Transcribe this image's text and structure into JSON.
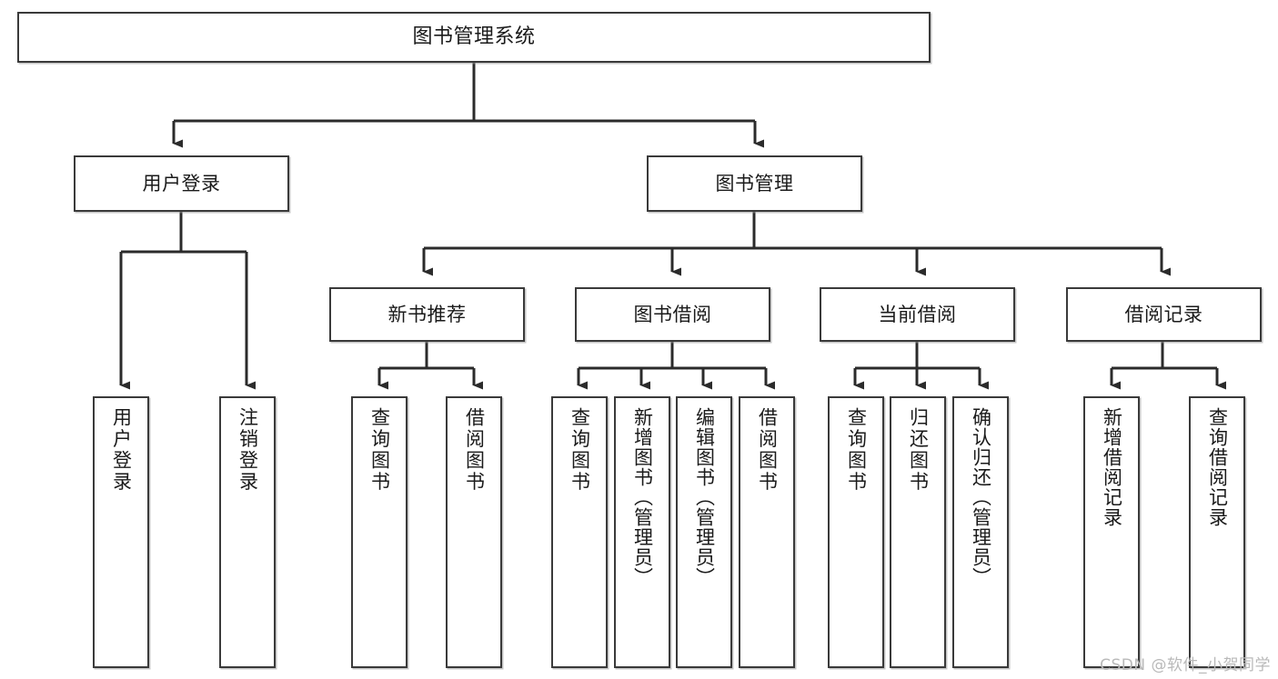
{
  "diagram": {
    "title": "图书管理系统",
    "type": "tree-hierarchy",
    "watermark": "CSDN @软件_小贺同学",
    "colors": {
      "border": "#3a3a3a",
      "background": "#ffffff",
      "text": "#1a1a1a",
      "edge": "#2b2b2b",
      "watermark": "#b9b9b9"
    },
    "root": {
      "label": "图书管理系统"
    },
    "level2": [
      {
        "label": "用户登录"
      },
      {
        "label": "图书管理"
      }
    ],
    "level3": [
      {
        "label": "新书推荐"
      },
      {
        "label": "图书借阅"
      },
      {
        "label": "当前借阅"
      },
      {
        "label": "借阅记录"
      }
    ],
    "leaves": [
      {
        "label": "用户登录"
      },
      {
        "label": "注销登录"
      },
      {
        "label": "查询图书"
      },
      {
        "label": "借阅图书"
      },
      {
        "label": "查询图书"
      },
      {
        "label": "新增图书（管理员）"
      },
      {
        "label": "编辑图书（管理员）"
      },
      {
        "label": "借阅图书"
      },
      {
        "label": "查询图书"
      },
      {
        "label": "归还图书"
      },
      {
        "label": "确认归还（管理员）"
      },
      {
        "label": "新增借阅记录"
      },
      {
        "label": "查询借阅记录"
      }
    ]
  }
}
